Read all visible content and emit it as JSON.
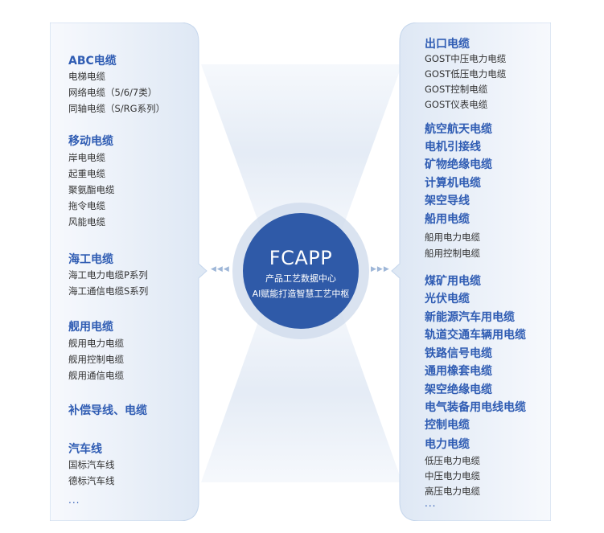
{
  "hub": {
    "title": "FCAPP",
    "line1": "产品工艺数据中心",
    "line2": "AI赋能打造智慧工艺中枢"
  },
  "left": [
    {
      "t": "h",
      "text": "ABC电缆"
    },
    {
      "t": "s",
      "text": "电梯电缆"
    },
    {
      "t": "s",
      "text": "网络电缆（5/6/7类）"
    },
    {
      "t": "s",
      "text": "同轴电缆（S/RG系列）"
    },
    {
      "t": "h",
      "text": "移动电缆"
    },
    {
      "t": "s",
      "text": "岸电电缆"
    },
    {
      "t": "s",
      "text": "起重电缆"
    },
    {
      "t": "s",
      "text": "聚氨酯电缆"
    },
    {
      "t": "s",
      "text": "拖令电缆"
    },
    {
      "t": "s",
      "text": "风能电缆"
    },
    {
      "t": "h",
      "text": "海工电缆"
    },
    {
      "t": "s",
      "text": "海工电力电缆P系列"
    },
    {
      "t": "s",
      "text": "海工通信电缆S系列"
    },
    {
      "t": "h",
      "text": "舰用电缆"
    },
    {
      "t": "s",
      "text": "舰用电力电缆"
    },
    {
      "t": "s",
      "text": "舰用控制电缆"
    },
    {
      "t": "s",
      "text": "舰用通信电缆"
    },
    {
      "t": "h",
      "text": "补偿导线、电缆"
    },
    {
      "t": "h",
      "text": "汽车线"
    },
    {
      "t": "s",
      "text": "国标汽车线"
    },
    {
      "t": "s",
      "text": "德标汽车线"
    },
    {
      "t": "dots",
      "text": "..."
    }
  ],
  "right": [
    {
      "t": "h",
      "text": "出口电缆"
    },
    {
      "t": "s",
      "text": "GOST中压电力电缆"
    },
    {
      "t": "s",
      "text": "GOST低压电力电缆"
    },
    {
      "t": "s",
      "text": "GOST控制电缆"
    },
    {
      "t": "s",
      "text": "GOST仪表电缆"
    },
    {
      "t": "h",
      "text": "航空航天电缆"
    },
    {
      "t": "h",
      "text": "电机引接线"
    },
    {
      "t": "h",
      "text": "矿物绝缘电缆"
    },
    {
      "t": "h",
      "text": "计算机电缆"
    },
    {
      "t": "h",
      "text": "架空导线"
    },
    {
      "t": "h",
      "text": "船用电缆"
    },
    {
      "t": "s",
      "text": "船用电力电缆"
    },
    {
      "t": "s",
      "text": "船用控制电缆"
    },
    {
      "t": "h",
      "text": "煤矿用电缆"
    },
    {
      "t": "h",
      "text": "光伏电缆"
    },
    {
      "t": "h",
      "text": "新能源汽车用电缆"
    },
    {
      "t": "h",
      "text": "轨道交通车辆用电缆"
    },
    {
      "t": "h",
      "text": "铁路信号电缆"
    },
    {
      "t": "h",
      "text": "通用橡套电缆"
    },
    {
      "t": "h",
      "text": "架空绝缘电缆"
    },
    {
      "t": "h",
      "text": "电气装备用电线电缆"
    },
    {
      "t": "h",
      "text": "控制电缆"
    },
    {
      "t": "h",
      "text": "电力电缆"
    },
    {
      "t": "s",
      "text": "低压电力电缆"
    },
    {
      "t": "s",
      "text": "中压电力电缆"
    },
    {
      "t": "s",
      "text": "高压电力电缆"
    },
    {
      "t": "dots",
      "text": "..."
    }
  ],
  "colors": {
    "accent": "#2f5cb3",
    "hub": "#2f5aa8"
  }
}
